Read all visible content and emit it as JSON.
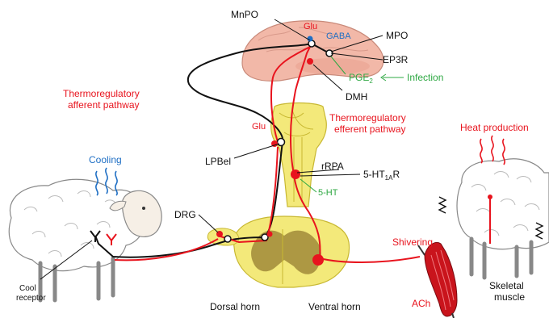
{
  "colors": {
    "red": "#e8141e",
    "black": "#111111",
    "blue": "#1f6fc4",
    "green": "#2ea843",
    "brain_fill": "#f2b8a8",
    "brain_stroke": "#c98a7a",
    "yellow": "#f3e97a",
    "yellow_dark": "#c8b832",
    "cord_grey": "#a08a3a",
    "muscle": "#c9141c"
  },
  "labels": {
    "mnpo": "MnPO",
    "glu_top": "Glu",
    "gaba": "GABA",
    "mpo": "MPO",
    "ep3r": "EP3R",
    "pge2_main": "PGE",
    "pge2_sub": "2",
    "infection": "Infection",
    "dmh": "DMH",
    "thermo_afferent_1": "Thermoregulatory",
    "thermo_afferent_2": "afferent pathway",
    "thermo_efferent_1": "Thermoregulatory",
    "thermo_efferent_2": "efferent pathway",
    "glu_mid": "Glu",
    "lpbel": "LPBel",
    "rrpa": "rRPA",
    "ht1ar_main": "5-HT",
    "ht1ar_sub": "1A",
    "ht1ar_tail": "R",
    "ht5": "5-HT",
    "cooling": "Cooling",
    "heat_production": "Heat production",
    "drg": "DRG",
    "shivering": "Shivering",
    "cool_receptor_1": "Cool",
    "cool_receptor_2": "receptor",
    "dorsal_horn": "Dorsal horn",
    "ventral_horn": "Ventral horn",
    "ach": "ACh",
    "skeletal_1": "Skeletal",
    "skeletal_2": "muscle"
  }
}
